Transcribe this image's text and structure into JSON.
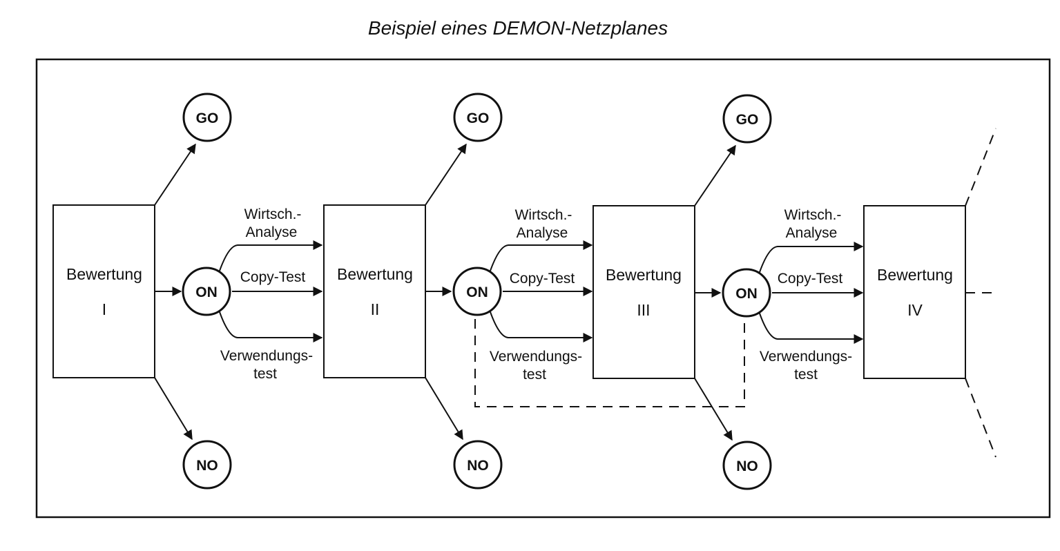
{
  "title": "Beispiel eines DEMON-Netzplanes",
  "stages": [
    {
      "label": "Bewertung",
      "numeral": "I"
    },
    {
      "label": "Bewertung",
      "numeral": "II"
    },
    {
      "label": "Bewertung",
      "numeral": "III"
    },
    {
      "label": "Bewertung",
      "numeral": "IV"
    }
  ],
  "decisions": {
    "go": "GO",
    "no": "NO",
    "on": "ON"
  },
  "tests": {
    "wirtsch_line1": "Wirtsch.-",
    "wirtsch_line2": "Analyse",
    "copy": "Copy-Test",
    "verw_line1": "Verwendungs-",
    "verw_line2": "test"
  }
}
